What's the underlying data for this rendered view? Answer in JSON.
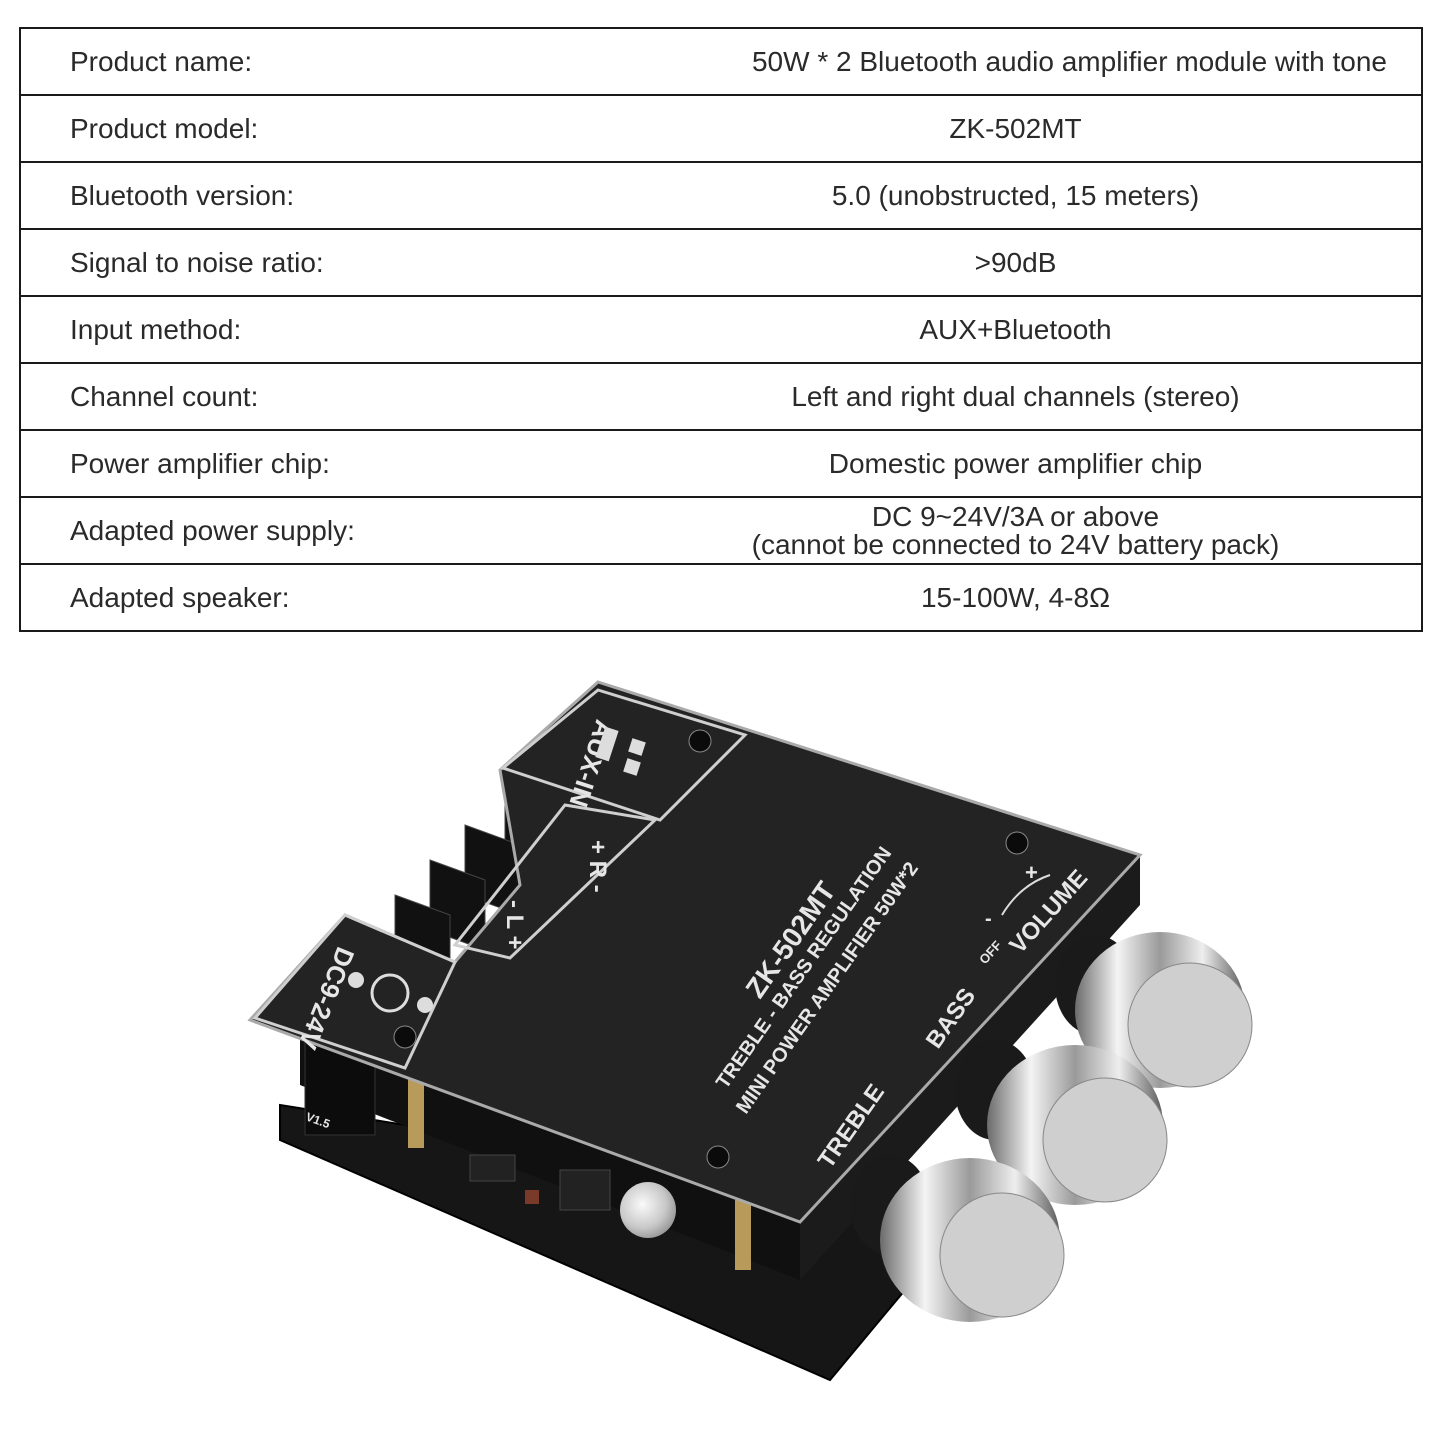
{
  "spec_table": {
    "rows": [
      {
        "label": "Product name:",
        "value": "50W * 2 Bluetooth audio amplifier module with tone"
      },
      {
        "label": "Product model:",
        "value": "ZK-502MT"
      },
      {
        "label": "Bluetooth version:",
        "value": "5.0 (unobstructed, 15 meters)"
      },
      {
        "label": "Signal to noise ratio:",
        "value": ">90dB"
      },
      {
        "label": "Input method:",
        "value": "AUX+Bluetooth"
      },
      {
        "label": "Channel count:",
        "value": "Left and right dual channels (stereo)"
      },
      {
        "label": "Power amplifier chip:",
        "value": "Domestic power amplifier chip"
      },
      {
        "label": "Adapted power supply:",
        "value": "DC 9~24V/3A or above",
        "value_line2": "(cannot be connected to 24V battery pack)"
      },
      {
        "label": "Adapted speaker:",
        "value": "15-100W, 4-8Ω"
      }
    ]
  },
  "product_image": {
    "model_marking": "ZK-502MT",
    "subtitle_1": "TREBLE - BASS REGULATION",
    "subtitle_2": "MINI POWER AMPLIFIER 50W*2",
    "aux_label": "AUX-IN",
    "power_label": "DC9-24V",
    "volume_label": "VOLUME",
    "off_label": "OFF",
    "plus_label": "+",
    "minus_label": "-",
    "bass_label": "BASS",
    "treble_label": "TREBLE",
    "right_channel_label": "+ R -",
    "left_channel_label": "- L +",
    "version_label": "V1.5"
  }
}
